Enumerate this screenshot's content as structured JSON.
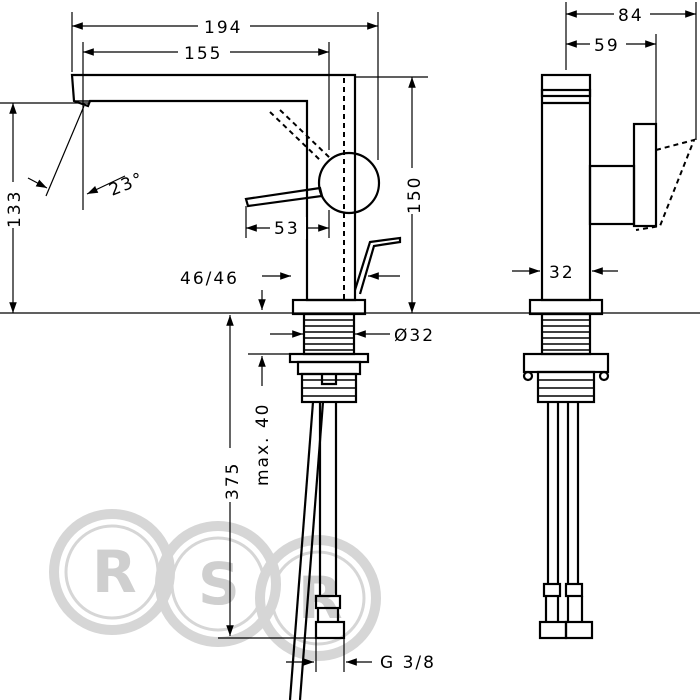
{
  "drawing": {
    "front_view": {
      "dim_total_length": "194",
      "dim_spout_length": "155",
      "dim_spout_height": "133",
      "dim_angle": "23°",
      "dim_handle": "53",
      "dim_46": "46/46",
      "dim_body_height": "150",
      "dim_diameter": "Ø32",
      "dim_max": "max. 40",
      "dim_hose": "375",
      "dim_thread": "G 3/8"
    },
    "side_view": {
      "dim_depth": "84",
      "dim_handle_depth": "59",
      "dim_body_width": "32"
    },
    "watermark": {
      "letters": [
        "R",
        "S",
        "R"
      ]
    }
  }
}
